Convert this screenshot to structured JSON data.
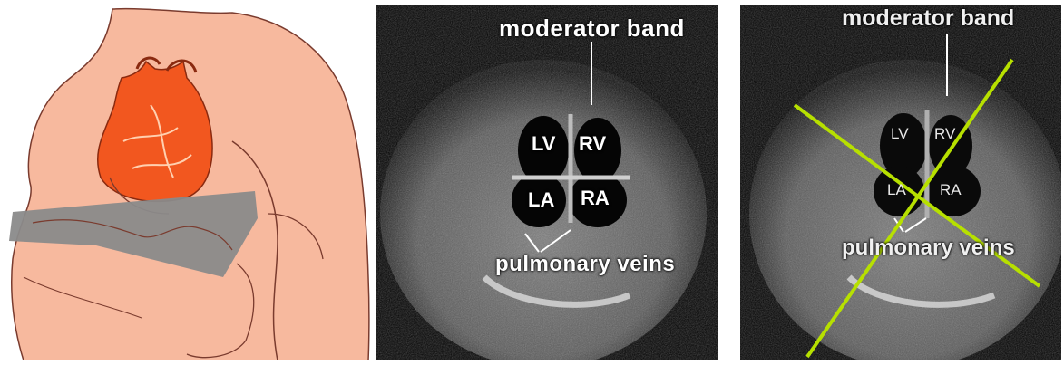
{
  "panels": {
    "illustration": {
      "colors": {
        "skin": "#f7b99e",
        "heart": "#f2571f",
        "plane": "#8a8a8a",
        "outline": "#7a3b2e"
      }
    },
    "echo_labeled": {
      "labels": {
        "moderator_band": "moderator band",
        "lv": "LV",
        "rv": "RV",
        "la": "LA",
        "ra": "RA",
        "pulmonary_veins": "pulmonary veins"
      }
    },
    "echo_lines": {
      "labels": {
        "moderator_band": "moderator band",
        "lv": "LV",
        "rv": "RV",
        "la": "LA",
        "ra": "RA",
        "pulmonary_veins": "pulmonary veins"
      },
      "colors": {
        "cross_lines": "#b7e000"
      }
    }
  }
}
